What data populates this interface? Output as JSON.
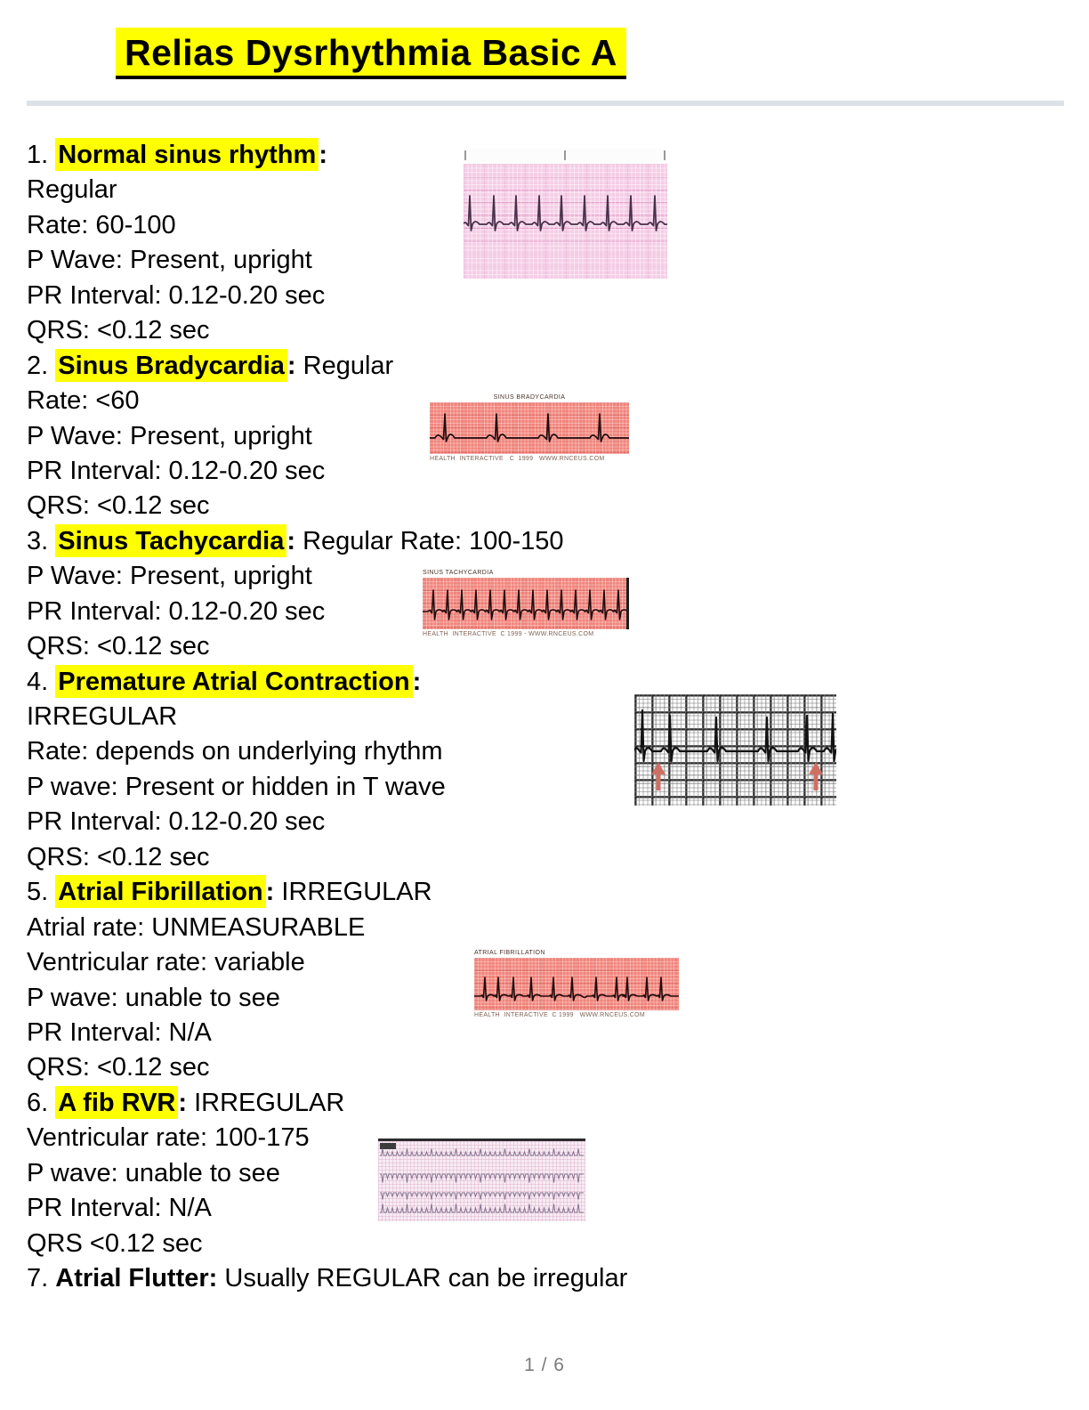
{
  "title": "Relias Dysrhythmia Basic A",
  "footer": {
    "page_indicator": "1 / 6"
  },
  "items": [
    {
      "number": "1. ",
      "name": "Normal sinus rhythm",
      "colon": ":",
      "rest": "",
      "lines": [
        "Regular",
        "Rate: 60-100",
        "P Wave: Present, upright",
        "PR Interval: 0.12-0.20 sec",
        "QRS: <0.12 sec"
      ]
    },
    {
      "number": "2. ",
      "name": "Sinus Bradycardia",
      "colon": ":",
      "rest": " Regular",
      "lines": [
        "Rate: <60",
        "P Wave: Present, upright",
        "PR Interval: 0.12-0.20 sec",
        "QRS: <0.12 sec"
      ]
    },
    {
      "number": "3. ",
      "name": "Sinus Tachycardia",
      "colon": ":",
      "rest": " Regular Rate: 100-150",
      "lines": [
        "P Wave: Present, upright",
        "PR Interval: 0.12-0.20 sec",
        "QRS: <0.12 sec"
      ]
    },
    {
      "number": "4. ",
      "name": "Premature Atrial Contraction",
      "colon": ":",
      "rest": "",
      "lines": [
        "IRREGULAR",
        "Rate: depends on underlying rhythm",
        "P wave: Present or hidden in T wave",
        "PR Interval: 0.12-0.20 sec",
        "QRS: <0.12 sec"
      ]
    },
    {
      "number": "5. ",
      "name": "Atrial Fibrillation",
      "colon": ":",
      "rest": " IRREGULAR",
      "lines": [
        "Atrial rate: UNMEASURABLE",
        "Ventricular rate: variable",
        "P wave: unable to see",
        "PR Interval: N/A",
        "QRS: <0.12 sec"
      ]
    },
    {
      "number": "6. ",
      "name": "A fib RVR",
      "colon": ":",
      "rest": " IRREGULAR",
      "lines": [
        "Ventricular rate: 100-175",
        "P wave: unable to see",
        "PR Interval: N/A",
        "QRS <0.12 sec"
      ]
    },
    {
      "number": "7. ",
      "name": "Atrial Flutter",
      "colon": ":",
      "rest": " Usually REGULAR can be irregular",
      "lines": []
    }
  ],
  "figures": {
    "sinus_bradycardia": {
      "label": "SINUS BRADYCARDIA",
      "credit": "HEALTH  INTERACTIVE   C  1999   WWW.RNCEUS.COM"
    },
    "sinus_tachycardia": {
      "label": "SINUS TACHYCARDIA",
      "credit": "HEALTH  INTERACTIVE  C 1999 - WWW.RNCEUS.COM"
    },
    "atrial_fibrillation": {
      "label": "ATRIAL FIBRILLATION",
      "credit": "HEALTH  INTERACTIVE  C 1999   WWW.RNCEUS.COM"
    }
  },
  "colors": {
    "highlight": "#ffff00",
    "strip_red": "#f1837a",
    "strip_pink": "#f5cde6",
    "arrow": "#cf6f64"
  }
}
